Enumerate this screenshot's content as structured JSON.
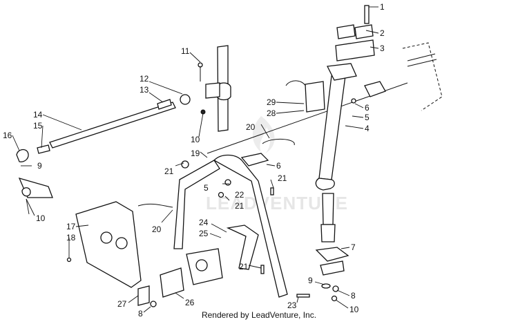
{
  "watermark": "LEADVENTURE",
  "footer": "Rendered by LeadVenture, Inc.",
  "callouts": [
    "1",
    "2",
    "3",
    "4",
    "5",
    "5",
    "6",
    "6",
    "7",
    "8",
    "8",
    "9",
    "9",
    "10",
    "10",
    "10",
    "11",
    "12",
    "13",
    "14",
    "15",
    "16",
    "17",
    "18",
    "19",
    "20",
    "20",
    "21",
    "21",
    "21",
    "21",
    "22",
    "23",
    "24",
    "25",
    "26",
    "27",
    "28",
    "29"
  ]
}
